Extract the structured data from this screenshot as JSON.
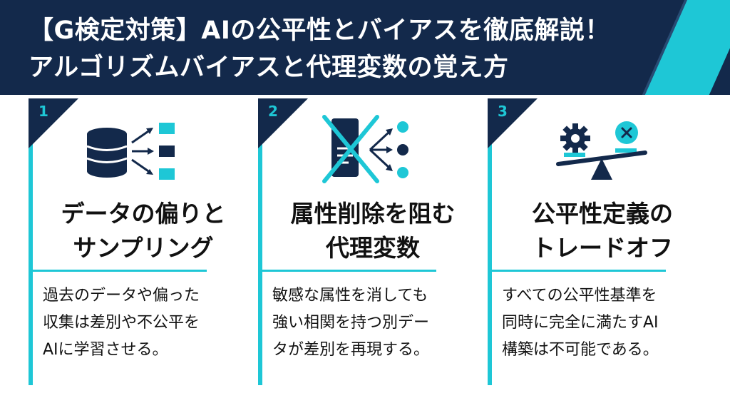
{
  "header": {
    "title_line1": "【G検定対策】AIの公平性とバイアスを徹底解説！",
    "title_line2": "アルゴリズムバイアスと代理変数の覚え方"
  },
  "cards": [
    {
      "number": "1",
      "icon": "database-skewed-data-icon",
      "heading_line1": "データの偏りと",
      "heading_line2": "サンプリング",
      "desc_line1": "過去のデータや偏った",
      "desc_line2": "収集は差別や不公平を",
      "desc_line3": "AIに学習させる。"
    },
    {
      "number": "2",
      "icon": "removed-attribute-proxy-icon",
      "heading_line1": "属性削除を阻む",
      "heading_line2": "代理変数",
      "desc_line1": "敏感な属性を消しても",
      "desc_line2": "強い相関を持つ別デー",
      "desc_line3": "タが差別を再現する。"
    },
    {
      "number": "3",
      "icon": "tradeoff-balance-icon",
      "heading_line1": "公平性定義の",
      "heading_line2": "トレードオフ",
      "desc_line1": "すべての公平性基準を",
      "desc_line2": "同時に完全に満たすAI",
      "desc_line3": "構築は不可能である。"
    }
  ],
  "colors": {
    "navy": "#13294b",
    "cyan": "#1ec7d6",
    "text": "#111111"
  }
}
